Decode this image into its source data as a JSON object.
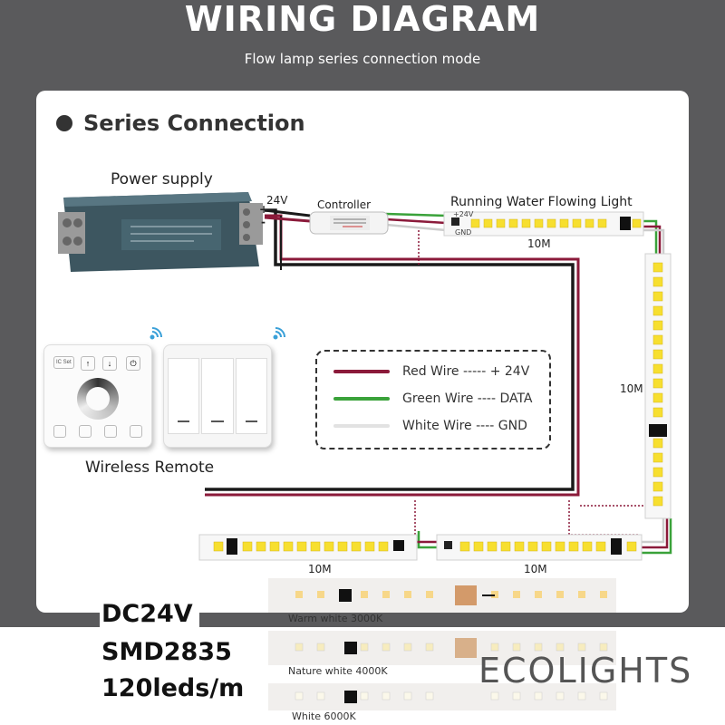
{
  "header": {
    "title": "WIRING DIAGRAM",
    "subtitle": "Flow lamp series connection mode"
  },
  "section": {
    "title": "Series Connection"
  },
  "labels": {
    "power_supply": "Power supply",
    "voltage": "24V",
    "plus": "+",
    "minus": "-",
    "controller": "Controller",
    "running_light": "Running Water Flowing Light",
    "strip_24v": "+24V",
    "strip_gnd": "GND",
    "len_top": "10M",
    "len_right": "10M",
    "len_bottom_left": "10M",
    "len_bottom_right": "10M",
    "wireless_remote": "Wireless Remote",
    "remote_icset": "IC Set"
  },
  "legend": [
    {
      "label": "Red Wire ----- + 24V",
      "color": "#8b1a3a"
    },
    {
      "label": "Green Wire ---- DATA",
      "color": "#3aa23a"
    },
    {
      "label": "White Wire ---- GND",
      "color": "#e2e2e2"
    }
  ],
  "specs": {
    "voltage": "DC24V",
    "chip": "SMD2835",
    "density": "120leds/m"
  },
  "samples": [
    {
      "caption": "Warm white 3000K",
      "led_color": "#f7d789"
    },
    {
      "caption": "Nature white 4000K",
      "led_color": "#f7ecbe"
    },
    {
      "caption": "White 6000K",
      "led_color": "#fbf8ea"
    }
  ],
  "logo": {
    "text": "ECOLIGHTS"
  },
  "colors": {
    "wire_red": "#8b1a3a",
    "wire_green": "#3aa23a",
    "wire_black": "#1a1a1a",
    "led": "#f7df2f"
  }
}
